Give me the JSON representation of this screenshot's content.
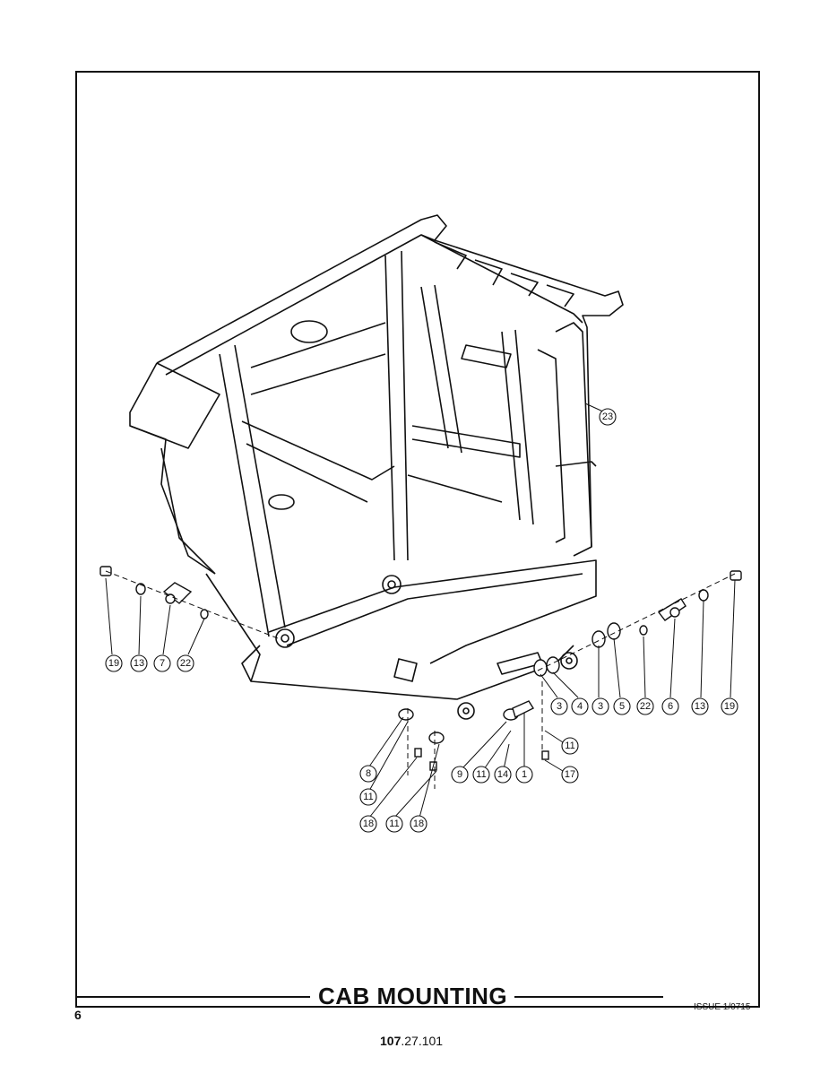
{
  "title": "CAB MOUNTING",
  "page_number": "6",
  "issue": "ISSUE 1/0715",
  "doc_number_bold": "107",
  "doc_number_rest": ".27.101",
  "callouts": {
    "c23": "23",
    "left_19": "19",
    "left_13": "13",
    "left_7": "7",
    "left_22": "22",
    "right_3a": "3",
    "right_4": "4",
    "right_3b": "3",
    "right_5": "5",
    "right_22": "22",
    "right_6": "6",
    "right_13": "13",
    "right_19": "19",
    "c11_r": "11",
    "c17": "17",
    "c8": "8",
    "c11_a": "11",
    "c18_a": "18",
    "c11_b": "11",
    "c18_b": "18",
    "c9": "9",
    "c11_c": "11",
    "c14": "14",
    "c1": "1"
  }
}
